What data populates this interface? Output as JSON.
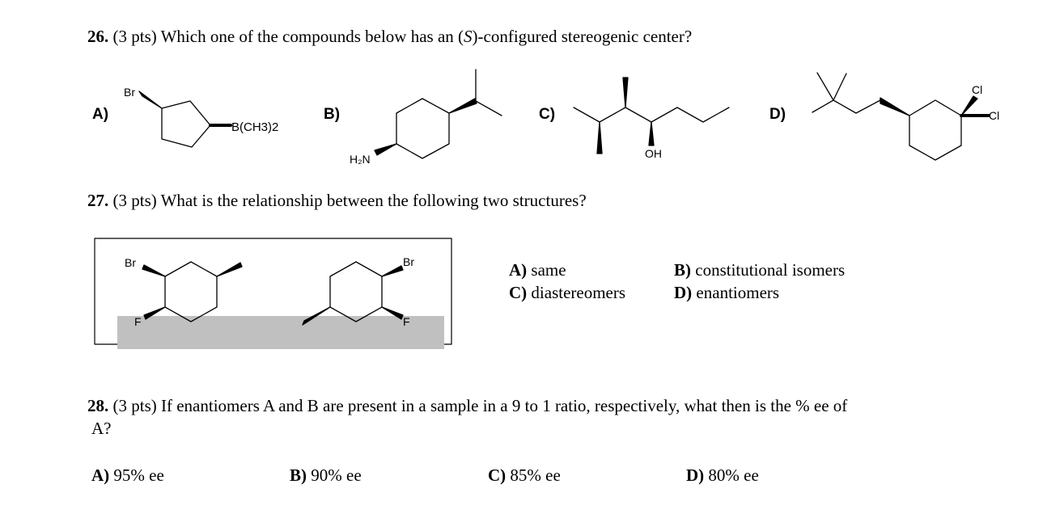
{
  "q26": {
    "number": "26.",
    "text_pre": " (3 pts) Which one of the compounds below has an (",
    "text_em": "S",
    "text_post": ")-configured stereogenic center?",
    "options": {
      "a": "A)",
      "b": "B)",
      "c": "C)",
      "d": "D)"
    },
    "labels": {
      "br": "Br",
      "bch3": "B(CH3)2",
      "h2n": "H₂N",
      "oh": "OH",
      "cl_top": "Cl",
      "cl_side": "Cl"
    }
  },
  "q27": {
    "number": "27.",
    "text": " (3 pts) What is the relationship between the following two structures?",
    "labels": {
      "br_left": "Br",
      "f_left": "F",
      "br_right": "Br",
      "f_right": "F"
    },
    "answers": {
      "a_letter": "A)",
      "a_text": " same",
      "b_letter": "B)",
      "b_text": " constitutional isomers",
      "c_letter": "C)",
      "c_text": " diastereomers",
      "d_letter": "D)",
      "d_text": " enantiomers"
    }
  },
  "q28": {
    "number": "28.",
    "line1": " (3 pts) If enantiomers A and B are present in a sample in a 9 to 1 ratio, respectively, what then is the % ee of",
    "line2": "A?",
    "answers": {
      "a_letter": "A)",
      "a_text": " 95% ee",
      "b_letter": "B)",
      "b_text": " 90% ee",
      "c_letter": "C)",
      "c_text": " 85% ee",
      "d_letter": "D)",
      "d_text": " 80% ee"
    }
  },
  "colors": {
    "ink": "#000000",
    "shade": "#c0c0c0"
  }
}
